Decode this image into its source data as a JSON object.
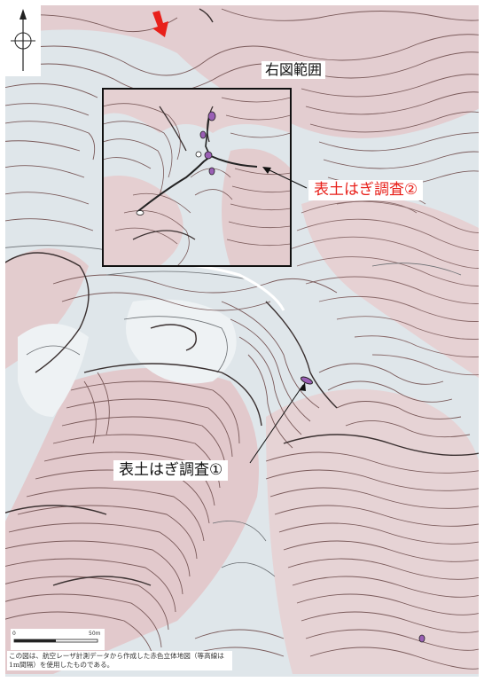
{
  "labels": {
    "range": "右図範囲",
    "survey2": "表土はぎ調査②",
    "survey1": "表土はぎ調査①"
  },
  "scale_bar": {
    "start": "0",
    "end": "50m"
  },
  "note": "この図は、航空レーザ計測データから作成した赤色立体地図（等高線は1m間隔）を使用したものである。",
  "colors": {
    "terrain_base": "#dfe6ea",
    "contour_brown": "#7a5a5a",
    "contour_dark": "#3a3030",
    "ridge_pink": "#d9b7b9",
    "survey2_text": "#e8201a",
    "arrow_red": "#e8201a",
    "pit_purple": "#9a5fb5"
  },
  "icons": [
    "north-arrow-icon",
    "red-direction-arrow-icon"
  ]
}
